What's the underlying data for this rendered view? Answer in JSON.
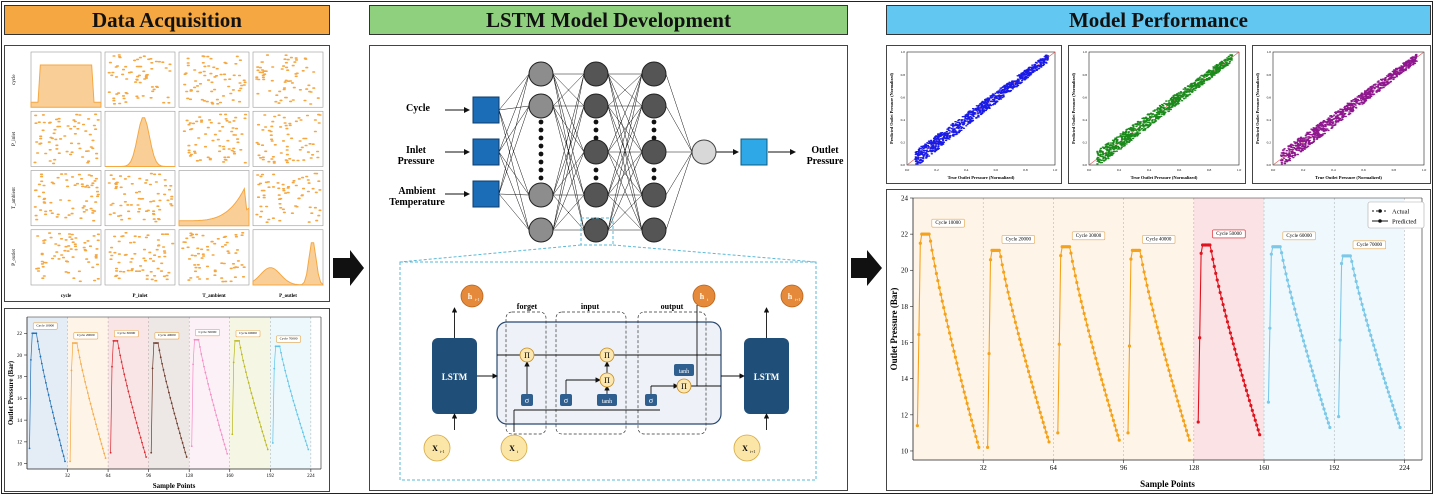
{
  "sections": {
    "acquisition": {
      "title": "Data Acquisition",
      "color": "#F5A742"
    },
    "lstm": {
      "title": "LSTM Model Development",
      "color": "#8FD07F"
    },
    "performance": {
      "title": "Model Performance",
      "color": "#62C8F2"
    }
  },
  "pairplot": {
    "row_labels": [
      "cycle",
      "P_inlet",
      "T_ambient",
      "P_outlet"
    ],
    "col_labels": [
      "cycle",
      "P_inlet",
      "T_ambient",
      "P_outlet"
    ],
    "color": "#F5A742"
  },
  "small_cycle_chart": {
    "ylabel": "Outlet Pressure (Bar)",
    "xlabel": "Sample Points",
    "yticks": [
      "10",
      "12",
      "14",
      "16",
      "18",
      "20",
      "22"
    ],
    "xticks": [
      "32",
      "64",
      "96",
      "128",
      "160",
      "192",
      "224"
    ],
    "cycle_labels": [
      "Cycle 10000",
      "Cycle 20000",
      "Cycle 30000",
      "Cycle 40000",
      "Cycle 50000",
      "Cycle 60000",
      "Cycle 70000"
    ],
    "colors": [
      "#1F6FB5",
      "#F5A742",
      "#D9272E",
      "#6B3A2A",
      "#F28DC3",
      "#B8B81E",
      "#5FC4E8"
    ]
  },
  "network": {
    "inputs": [
      "Cycle",
      "Inlet Pressure",
      "Ambient Temperature"
    ],
    "output": "Outlet Pressure",
    "arch": {
      "hidden_layers": 3
    }
  },
  "cell": {
    "left_block": "LSTM",
    "right_block": "LSTM",
    "gate_labels": [
      "forget",
      "input",
      "output"
    ],
    "h_prev": "h",
    "h_prev_sub": "t-1",
    "h_cur": "h",
    "h_cur_sub": "t",
    "h_next": "h",
    "h_next_sub": "t+1",
    "x_prev": "X",
    "x_prev_sub": "t-1",
    "x_cur": "X",
    "x_cur_sub": "t",
    "x_next": "X",
    "x_next_sub": "t+1",
    "ops": {
      "pi": "Π",
      "sigma": "σ",
      "tanh": "tanh"
    }
  },
  "scatter_plots": [
    {
      "color": "#1A1AE6",
      "xlabel": "True Outlet Pressure (Normalized)",
      "ylabel": "Predicted Outlet Pressure (Normalized)"
    },
    {
      "color": "#1A8A1A",
      "xlabel": "True Outlet Pressure (Normalized)",
      "ylabel": "Predicted Outlet Pressure (Normalized)"
    },
    {
      "color": "#8E168E",
      "xlabel": "True Outlet Pressure (Normalized)",
      "ylabel": "Predicted Outlet Pressure (Normalized)"
    }
  ],
  "big_chart": {
    "ylabel": "Outlet Pressure (Bar)",
    "xlabel": "Sample Points",
    "yticks": [
      "10",
      "12",
      "14",
      "16",
      "18",
      "20",
      "22",
      "24"
    ],
    "xticks": [
      "32",
      "64",
      "96",
      "128",
      "160",
      "192",
      "224"
    ],
    "legend": [
      "Actual",
      "Predicted"
    ],
    "cycle_labels": [
      "Cycle 10000",
      "Cycle 20000",
      "Cycle 30000",
      "Cycle 40000",
      "Cycle 50000",
      "Cycle 60000",
      "Cycle 70000"
    ],
    "colors": [
      "#F5A21B",
      "#F5A21B",
      "#F5A21B",
      "#F5A21B",
      "#E0141E",
      "#7CC8E8",
      "#7CC8E8"
    ]
  },
  "chart_data": {
    "type": "line",
    "xlabel": "Sample Points",
    "ylabel": "Outlet Pressure (Bar)",
    "xlim": [
      0,
      232
    ],
    "ylim": [
      9.5,
      24
    ],
    "series": [
      {
        "name": "Actual"
      },
      {
        "name": "Predicted"
      }
    ],
    "cycles": [
      {
        "label": "Cycle 10000",
        "x_start": 0,
        "x_end": 32,
        "start": 11.4,
        "peak": 22.0,
        "end": 10.2
      },
      {
        "label": "Cycle 20000",
        "x_start": 32,
        "x_end": 64,
        "start": 10.2,
        "peak": 21.1,
        "end": 10.5
      },
      {
        "label": "Cycle 30000",
        "x_start": 64,
        "x_end": 96,
        "start": 11.0,
        "peak": 21.3,
        "end": 10.6
      },
      {
        "label": "Cycle 40000",
        "x_start": 96,
        "x_end": 128,
        "start": 11.0,
        "peak": 21.1,
        "end": 10.6
      },
      {
        "label": "Cycle 50000",
        "x_start": 128,
        "x_end": 160,
        "start": 11.6,
        "peak": 21.4,
        "end": 10.9
      },
      {
        "label": "Cycle 60000",
        "x_start": 160,
        "x_end": 192,
        "start": 12.7,
        "peak": 21.3,
        "end": 11.3
      },
      {
        "label": "Cycle 70000",
        "x_start": 192,
        "x_end": 224,
        "start": 11.9,
        "peak": 20.8,
        "end": 11.3
      }
    ]
  }
}
